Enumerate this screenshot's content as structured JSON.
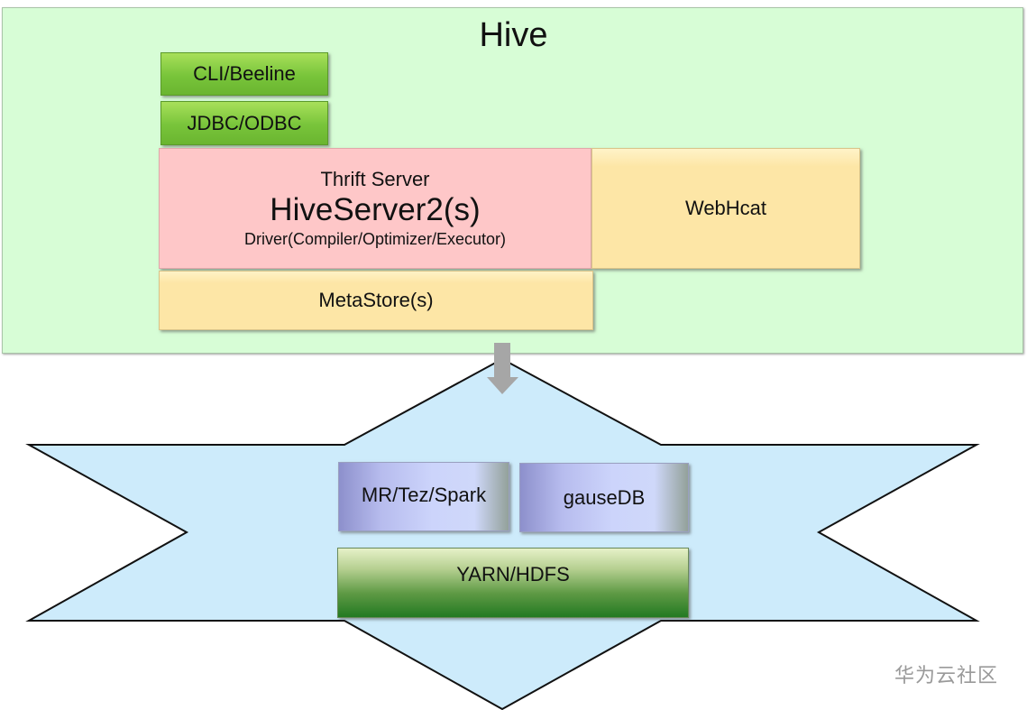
{
  "hive": {
    "title": "Hive",
    "clients": [
      "CLI/Beeline",
      "JDBC/ODBC"
    ],
    "hiveserver": {
      "subtitle": "Thrift Server",
      "title": "HiveServer2(s)",
      "detail": "Driver(Compiler/Optimizer/Executor)"
    },
    "metastore": "MetaStore(s)",
    "webhcat": "WebHcat"
  },
  "arrow": {
    "icon": "down-arrow-icon",
    "color": "#a6a6a6"
  },
  "engines": {
    "compute": "MR/Tez/Spark",
    "database": "gauseDB",
    "storage": "YARN/HDFS"
  },
  "colors": {
    "hive_panel": "#d7fdd6",
    "client_green": "#78c43a",
    "hiveserver_pink": "#fec7c8",
    "metastore_yellow": "#fde6a6",
    "star_fill": "#cdebfb",
    "storage_green": "#237a22"
  },
  "watermark": "华为云社区"
}
